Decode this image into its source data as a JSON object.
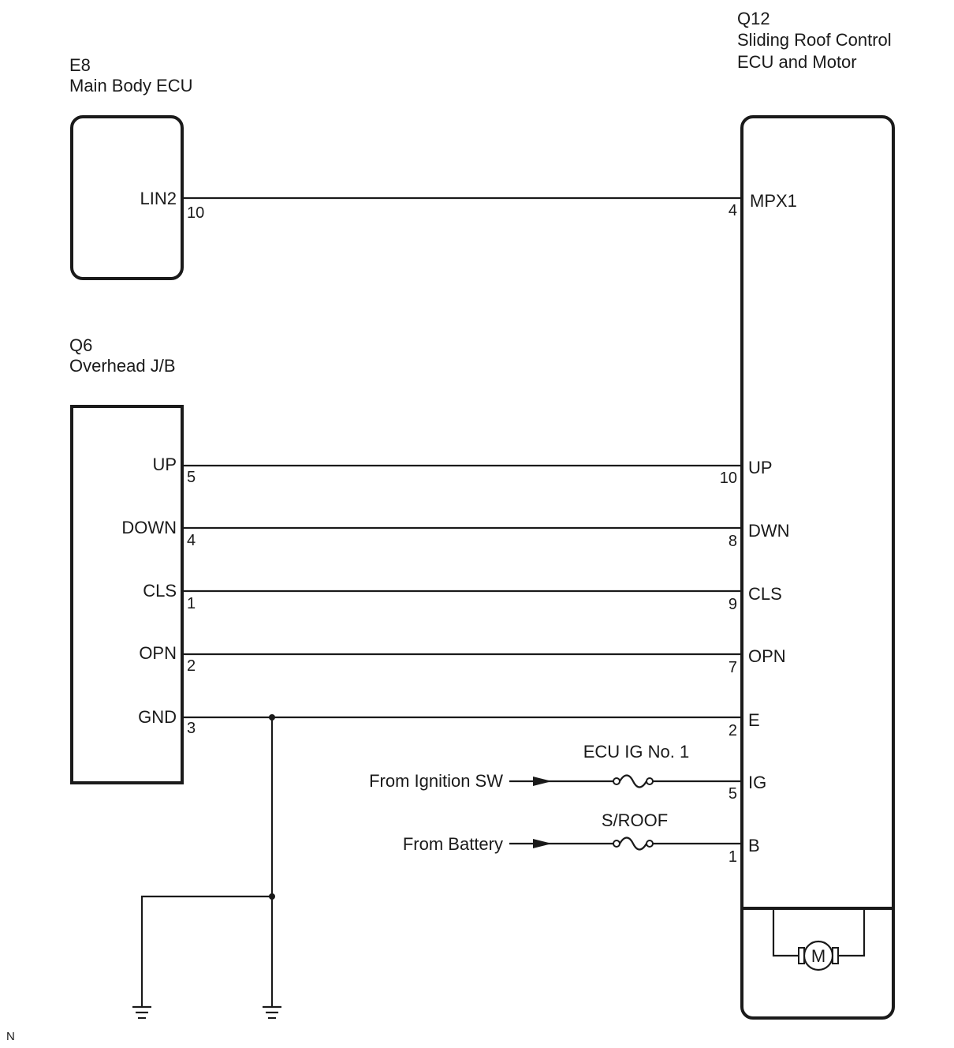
{
  "components": {
    "e8": {
      "code": "E8",
      "name": "Main Body ECU"
    },
    "q6": {
      "code": "Q6",
      "name": "Overhead J/B"
    },
    "q12": {
      "code": "Q12",
      "name_line1": "Sliding Roof Control",
      "name_line2": "ECU and Motor"
    }
  },
  "connections": [
    {
      "id": "lin",
      "left_term": "LIN2",
      "left_pin": "10",
      "right_pin": "4",
      "right_term": "MPX1"
    },
    {
      "id": "up",
      "left_term": "UP",
      "left_pin": "5",
      "right_pin": "10",
      "right_term": "UP"
    },
    {
      "id": "down",
      "left_term": "DOWN",
      "left_pin": "4",
      "right_pin": "8",
      "right_term": "DWN"
    },
    {
      "id": "cls",
      "left_term": "CLS",
      "left_pin": "1",
      "right_pin": "9",
      "right_term": "CLS"
    },
    {
      "id": "opn",
      "left_term": "OPN",
      "left_pin": "2",
      "right_pin": "7",
      "right_term": "OPN"
    },
    {
      "id": "gnd",
      "left_term": "GND",
      "left_pin": "3",
      "right_pin": "2",
      "right_term": "E"
    }
  ],
  "supplies": [
    {
      "id": "ig",
      "source": "From Ignition SW",
      "fuse": "ECU IG No. 1",
      "right_pin": "5",
      "right_term": "IG"
    },
    {
      "id": "batt",
      "source": "From Battery",
      "fuse": "S/ROOF",
      "right_pin": "1",
      "right_term": "B"
    }
  ],
  "motor": {
    "symbol": "M"
  },
  "footer": {
    "mark": "N"
  }
}
